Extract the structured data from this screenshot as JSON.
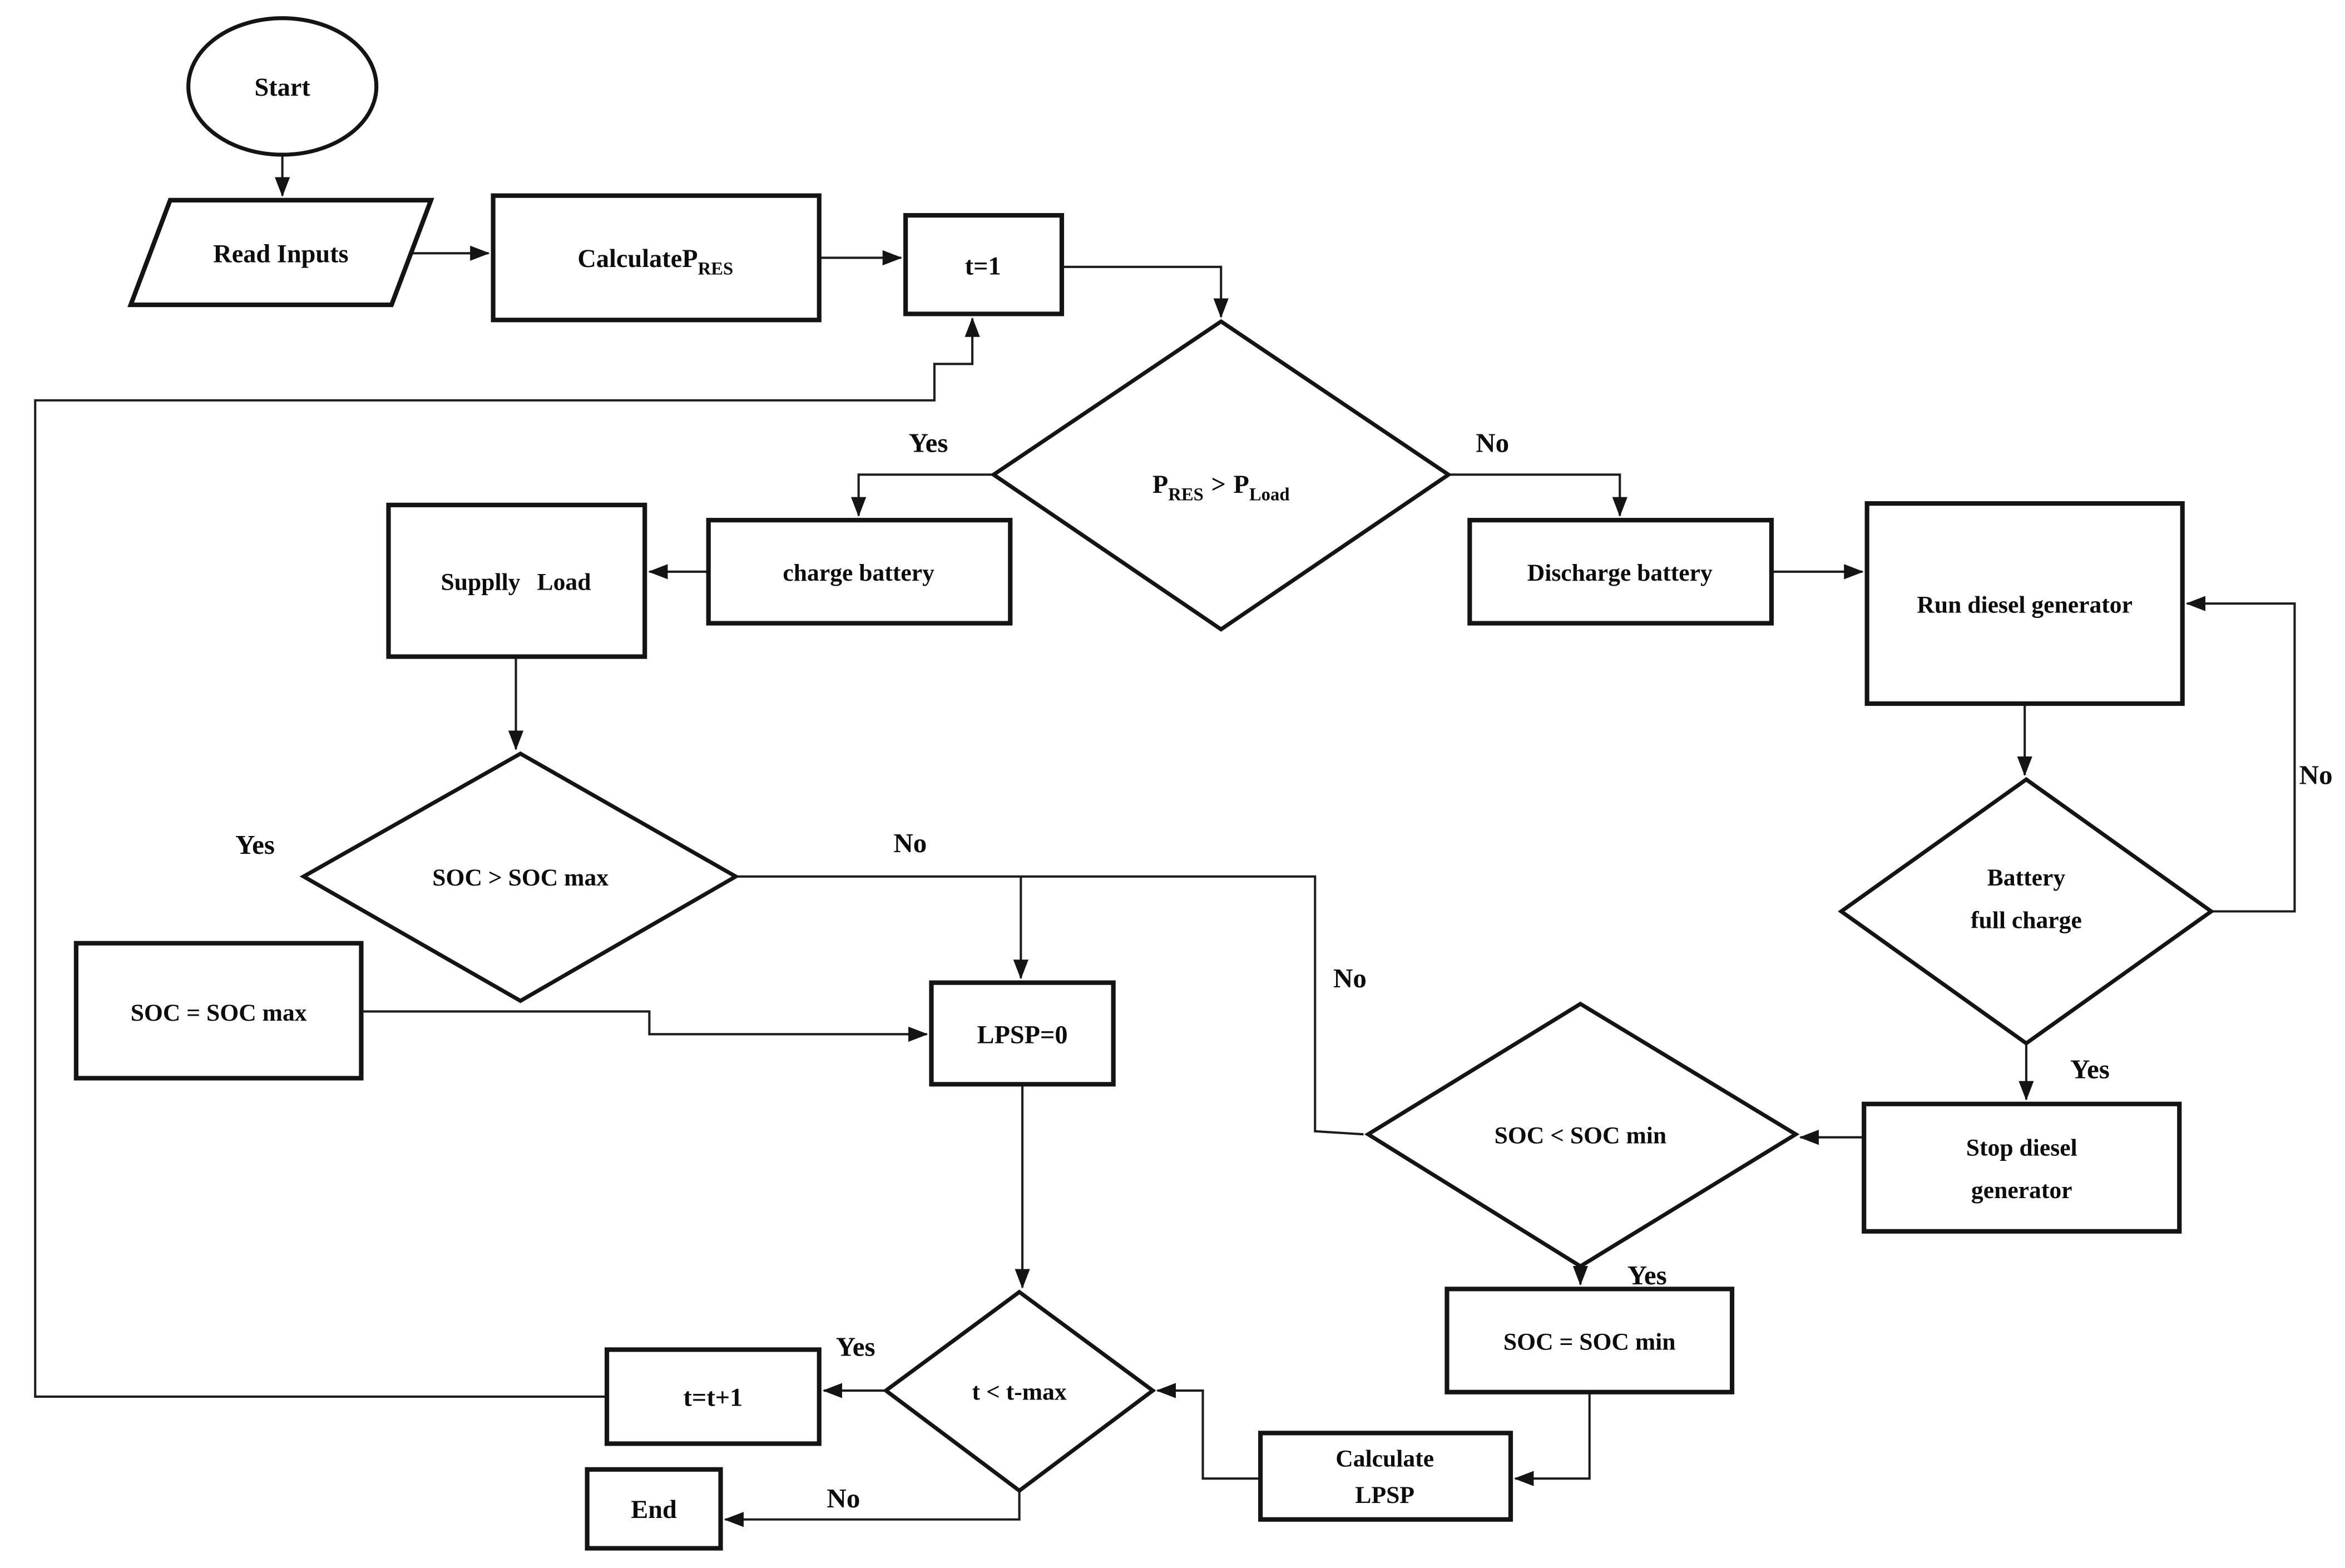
{
  "figure": {
    "type": "flowchart",
    "background": "#ffffff",
    "line_color": "#141414",
    "text_color": "#0c0c0c",
    "nodes": {
      "start": {
        "label": "Start",
        "shape": "terminator"
      },
      "read_inputs": {
        "label": "Read Inputs",
        "shape": "io-parallelogram"
      },
      "calculate_pres": {
        "label_main": "CalculateP",
        "label_sub": "RES",
        "shape": "process"
      },
      "t_init": {
        "label": "t=1",
        "shape": "process"
      },
      "pres_gt_pload": {
        "p_left": "P",
        "p_left_sub": "RES",
        "operator": ">",
        "p_right": "P",
        "p_right_sub": "Load",
        "shape": "decision"
      },
      "charge_battery": {
        "label": "charge battery",
        "shape": "process"
      },
      "supply_load": {
        "label": "Supplly Load",
        "shape": "process"
      },
      "discharge_battery": {
        "label": "Discharge battery",
        "shape": "process"
      },
      "run_diesel": {
        "label": "Run diesel generator",
        "shape": "process"
      },
      "soc_gt_max": {
        "label": "SOC > SOC max",
        "shape": "decision"
      },
      "soc_eq_max": {
        "label": "SOC = SOC max",
        "shape": "process"
      },
      "lpsp_zero": {
        "label": "LPSP=0",
        "shape": "process"
      },
      "battery_full": {
        "line1": "Battery",
        "line2": "full charge",
        "shape": "decision"
      },
      "stop_diesel": {
        "line1": "Stop diesel",
        "line2": "generator",
        "shape": "process"
      },
      "soc_lt_min": {
        "label": "SOC < SOC min",
        "shape": "decision"
      },
      "soc_eq_min": {
        "label": "SOC = SOC min",
        "shape": "process"
      },
      "calculate_lpsp": {
        "line1": "Calculate",
        "line2": "LPSP",
        "shape": "process"
      },
      "t_lt_tmax": {
        "label": "t < t-max",
        "shape": "decision"
      },
      "t_increment": {
        "label": "t=t+1",
        "shape": "process"
      },
      "end": {
        "label": "End",
        "shape": "terminator"
      }
    },
    "edge_labels": {
      "d1_yes": "Yes",
      "d1_no": "No",
      "d2_yes": "Yes",
      "d2_no": "No",
      "d3_no": "No",
      "d3_yes": "Yes",
      "d4_no": "No",
      "d4_yes": "Yes",
      "d5_yes": "Yes",
      "d5_no": "No"
    },
    "edges": [
      {
        "from": "start",
        "to": "read_inputs",
        "label": ""
      },
      {
        "from": "read_inputs",
        "to": "calculate_pres",
        "label": ""
      },
      {
        "from": "calculate_pres",
        "to": "t_init",
        "label": ""
      },
      {
        "from": "t_init",
        "to": "pres_gt_pload",
        "label": ""
      },
      {
        "from": "pres_gt_pload",
        "to": "charge_battery",
        "label": "Yes"
      },
      {
        "from": "charge_battery",
        "to": "supply_load",
        "label": ""
      },
      {
        "from": "supply_load",
        "to": "soc_gt_max",
        "label": ""
      },
      {
        "from": "pres_gt_pload",
        "to": "discharge_battery",
        "label": "No"
      },
      {
        "from": "discharge_battery",
        "to": "run_diesel",
        "label": ""
      },
      {
        "from": "run_diesel",
        "to": "battery_full",
        "label": ""
      },
      {
        "from": "battery_full",
        "to": "run_diesel",
        "label": "No"
      },
      {
        "from": "battery_full",
        "to": "stop_diesel",
        "label": "Yes"
      },
      {
        "from": "stop_diesel",
        "to": "soc_lt_min",
        "label": ""
      },
      {
        "from": "soc_gt_max",
        "to": "soc_eq_max",
        "label": "Yes"
      },
      {
        "from": "soc_gt_max",
        "to": "lpsp_zero",
        "label": "No"
      },
      {
        "from": "soc_eq_max",
        "to": "lpsp_zero",
        "label": ""
      },
      {
        "from": "soc_lt_min",
        "to": "lpsp_zero",
        "label": "No"
      },
      {
        "from": "soc_lt_min",
        "to": "soc_eq_min",
        "label": "Yes"
      },
      {
        "from": "soc_eq_min",
        "to": "calculate_lpsp",
        "label": ""
      },
      {
        "from": "calculate_lpsp",
        "to": "t_lt_tmax",
        "label": ""
      },
      {
        "from": "lpsp_zero",
        "to": "t_lt_tmax",
        "label": ""
      },
      {
        "from": "t_lt_tmax",
        "to": "t_increment",
        "label": "Yes"
      },
      {
        "from": "t_increment",
        "to": "t_init",
        "label": ""
      },
      {
        "from": "t_lt_tmax",
        "to": "end",
        "label": "No"
      }
    ]
  }
}
